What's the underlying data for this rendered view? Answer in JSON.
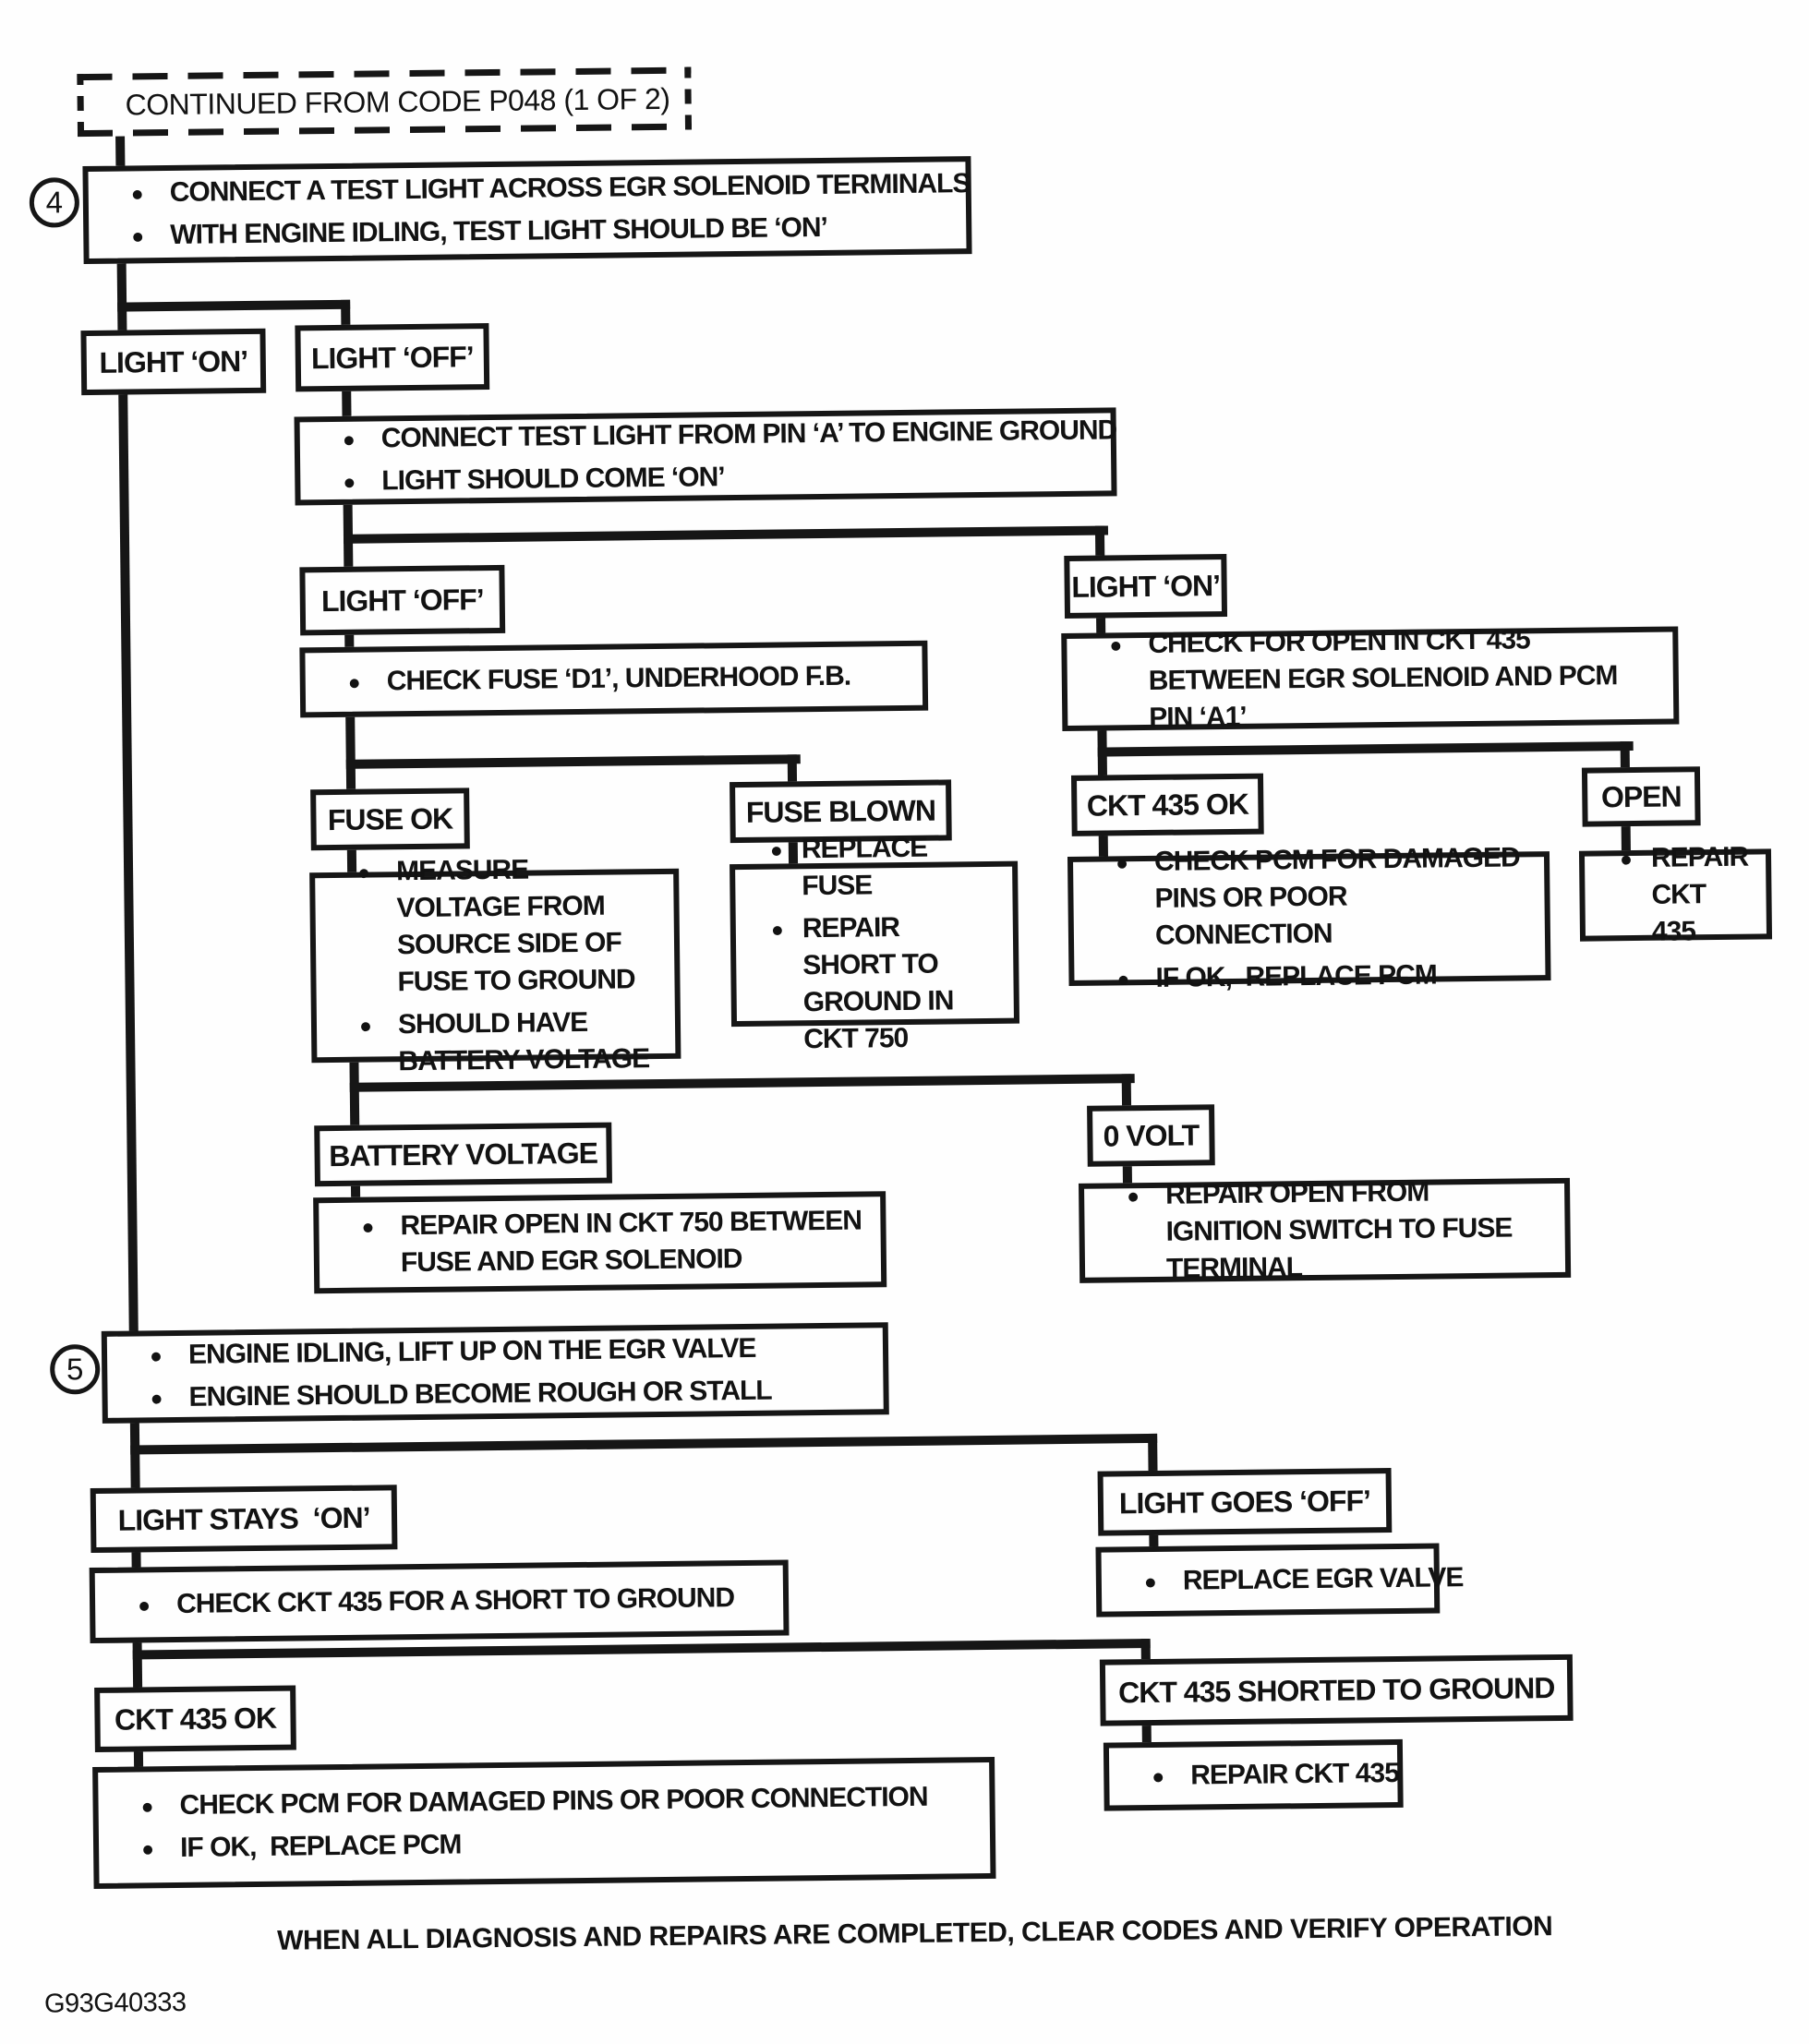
{
  "document": {
    "footer_note": "WHEN ALL DIAGNOSIS AND REPAIRS ARE COMPLETED, CLEAR CODES AND VERIFY OPERATION",
    "figure_code": "G93G40333"
  },
  "nodes": {
    "continued_from": "CONTINUED FROM CODE P048 (1 OF 2)",
    "step4": {
      "number": "4",
      "bullets": [
        "CONNECT A TEST LIGHT ACROSS EGR SOLENOID TERMINALS",
        "WITH ENGINE IDLING, TEST LIGHT SHOULD BE ‘ON’"
      ]
    },
    "light_on_1": {
      "label": "LIGHT ‘ON’"
    },
    "light_off_1": {
      "label": "LIGHT ‘OFF’"
    },
    "connect_test_light": {
      "bullets": [
        "CONNECT TEST LIGHT FROM PIN ‘A’ TO ENGINE GROUND",
        "LIGHT SHOULD COME ‘ON’"
      ]
    },
    "light_off_2": {
      "label": "LIGHT ‘OFF’"
    },
    "check_fuse": {
      "bullets": [
        "CHECK FUSE ‘D1’, UNDERHOOD F.B."
      ]
    },
    "light_on_2": {
      "label": "LIGHT ‘ON’"
    },
    "check_open_ckt435": {
      "bullets": [
        "CHECK FOR OPEN IN CKT 435 BETWEEN EGR SOLENOID AND PCM PIN ‘A1’"
      ]
    },
    "fuse_ok": {
      "label": "FUSE OK"
    },
    "fuse_blown": {
      "label": "FUSE BLOWN"
    },
    "measure_voltage": {
      "bullets": [
        "MEASURE VOLTAGE FROM SOURCE SIDE OF FUSE TO GROUND",
        "SHOULD HAVE BATTERY VOLTAGE"
      ]
    },
    "replace_fuse": {
      "bullets": [
        "REPLACE FUSE",
        "REPAIR SHORT TO GROUND IN CKT 750"
      ]
    },
    "ckt435_ok_a": {
      "label": "CKT 435 OK"
    },
    "open_node": {
      "label": "OPEN"
    },
    "check_pcm_a": {
      "bullets": [
        "CHECK PCM FOR DAMAGED PINS OR POOR CONNECTION",
        "IF OK,  REPLACE PCM"
      ]
    },
    "repair_ckt435_a": {
      "bullets": [
        "REPAIR CKT 435"
      ]
    },
    "battery_voltage": {
      "label": "BATTERY VOLTAGE"
    },
    "repair_open_ckt750": {
      "bullets": [
        "REPAIR OPEN IN CKT 750 BETWEEN FUSE AND EGR SOLENOID"
      ]
    },
    "zero_volt": {
      "label": "0 VOLT"
    },
    "repair_open_ignition": {
      "bullets": [
        "REPAIR OPEN FROM IGNITION SWITCH TO FUSE TERMINAL"
      ]
    },
    "step5": {
      "number": "5",
      "bullets": [
        "ENGINE IDLING, LIFT UP ON THE EGR VALVE",
        "ENGINE SHOULD BECOME ROUGH OR STALL"
      ]
    },
    "light_stays_on": {
      "label": "LIGHT STAYS  ‘ON’"
    },
    "check_ckt435_short": {
      "bullets": [
        "CHECK CKT 435 FOR A SHORT TO GROUND"
      ]
    },
    "light_goes_off": {
      "label": "LIGHT GOES ‘OFF’"
    },
    "replace_egr_valve": {
      "bullets": [
        "REPLACE EGR VALVE"
      ]
    },
    "ckt435_ok_b": {
      "label": "CKT 435 OK"
    },
    "check_pcm_b": {
      "bullets": [
        "CHECK PCM FOR DAMAGED PINS OR POOR CONNECTION",
        "IF OK,  REPLACE PCM"
      ]
    },
    "ckt435_shorted": {
      "label": "CKT 435 SHORTED TO GROUND"
    },
    "repair_ckt435_b": {
      "bullets": [
        "REPAIR CKT 435"
      ]
    }
  }
}
